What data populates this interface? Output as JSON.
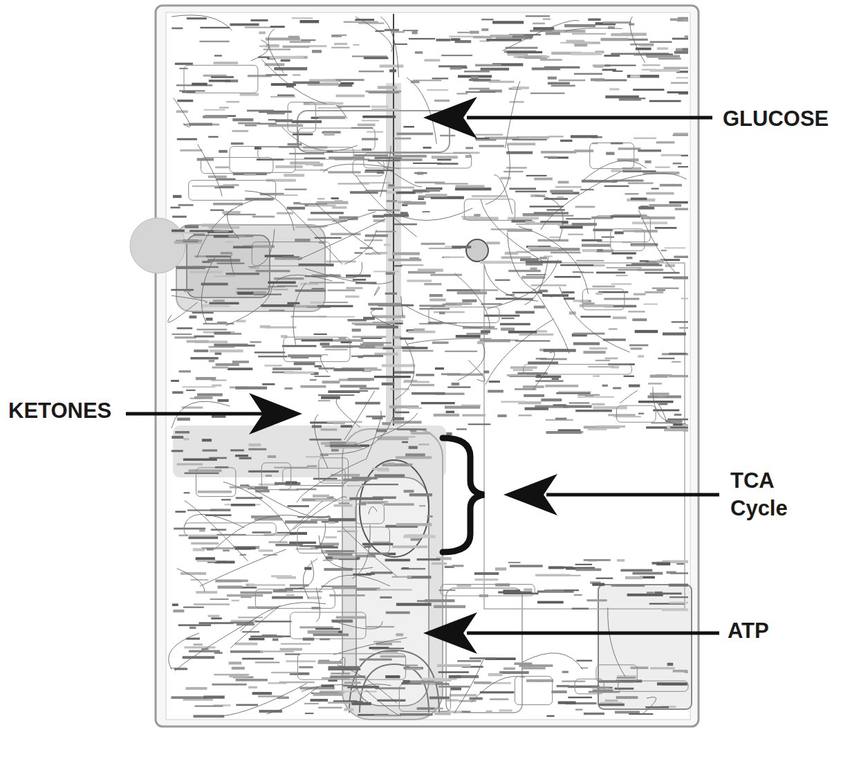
{
  "diagram": {
    "labels": [
      "GLUCOSE",
      "KETONES",
      "TCA Cycle",
      "ATP"
    ]
  }
}
